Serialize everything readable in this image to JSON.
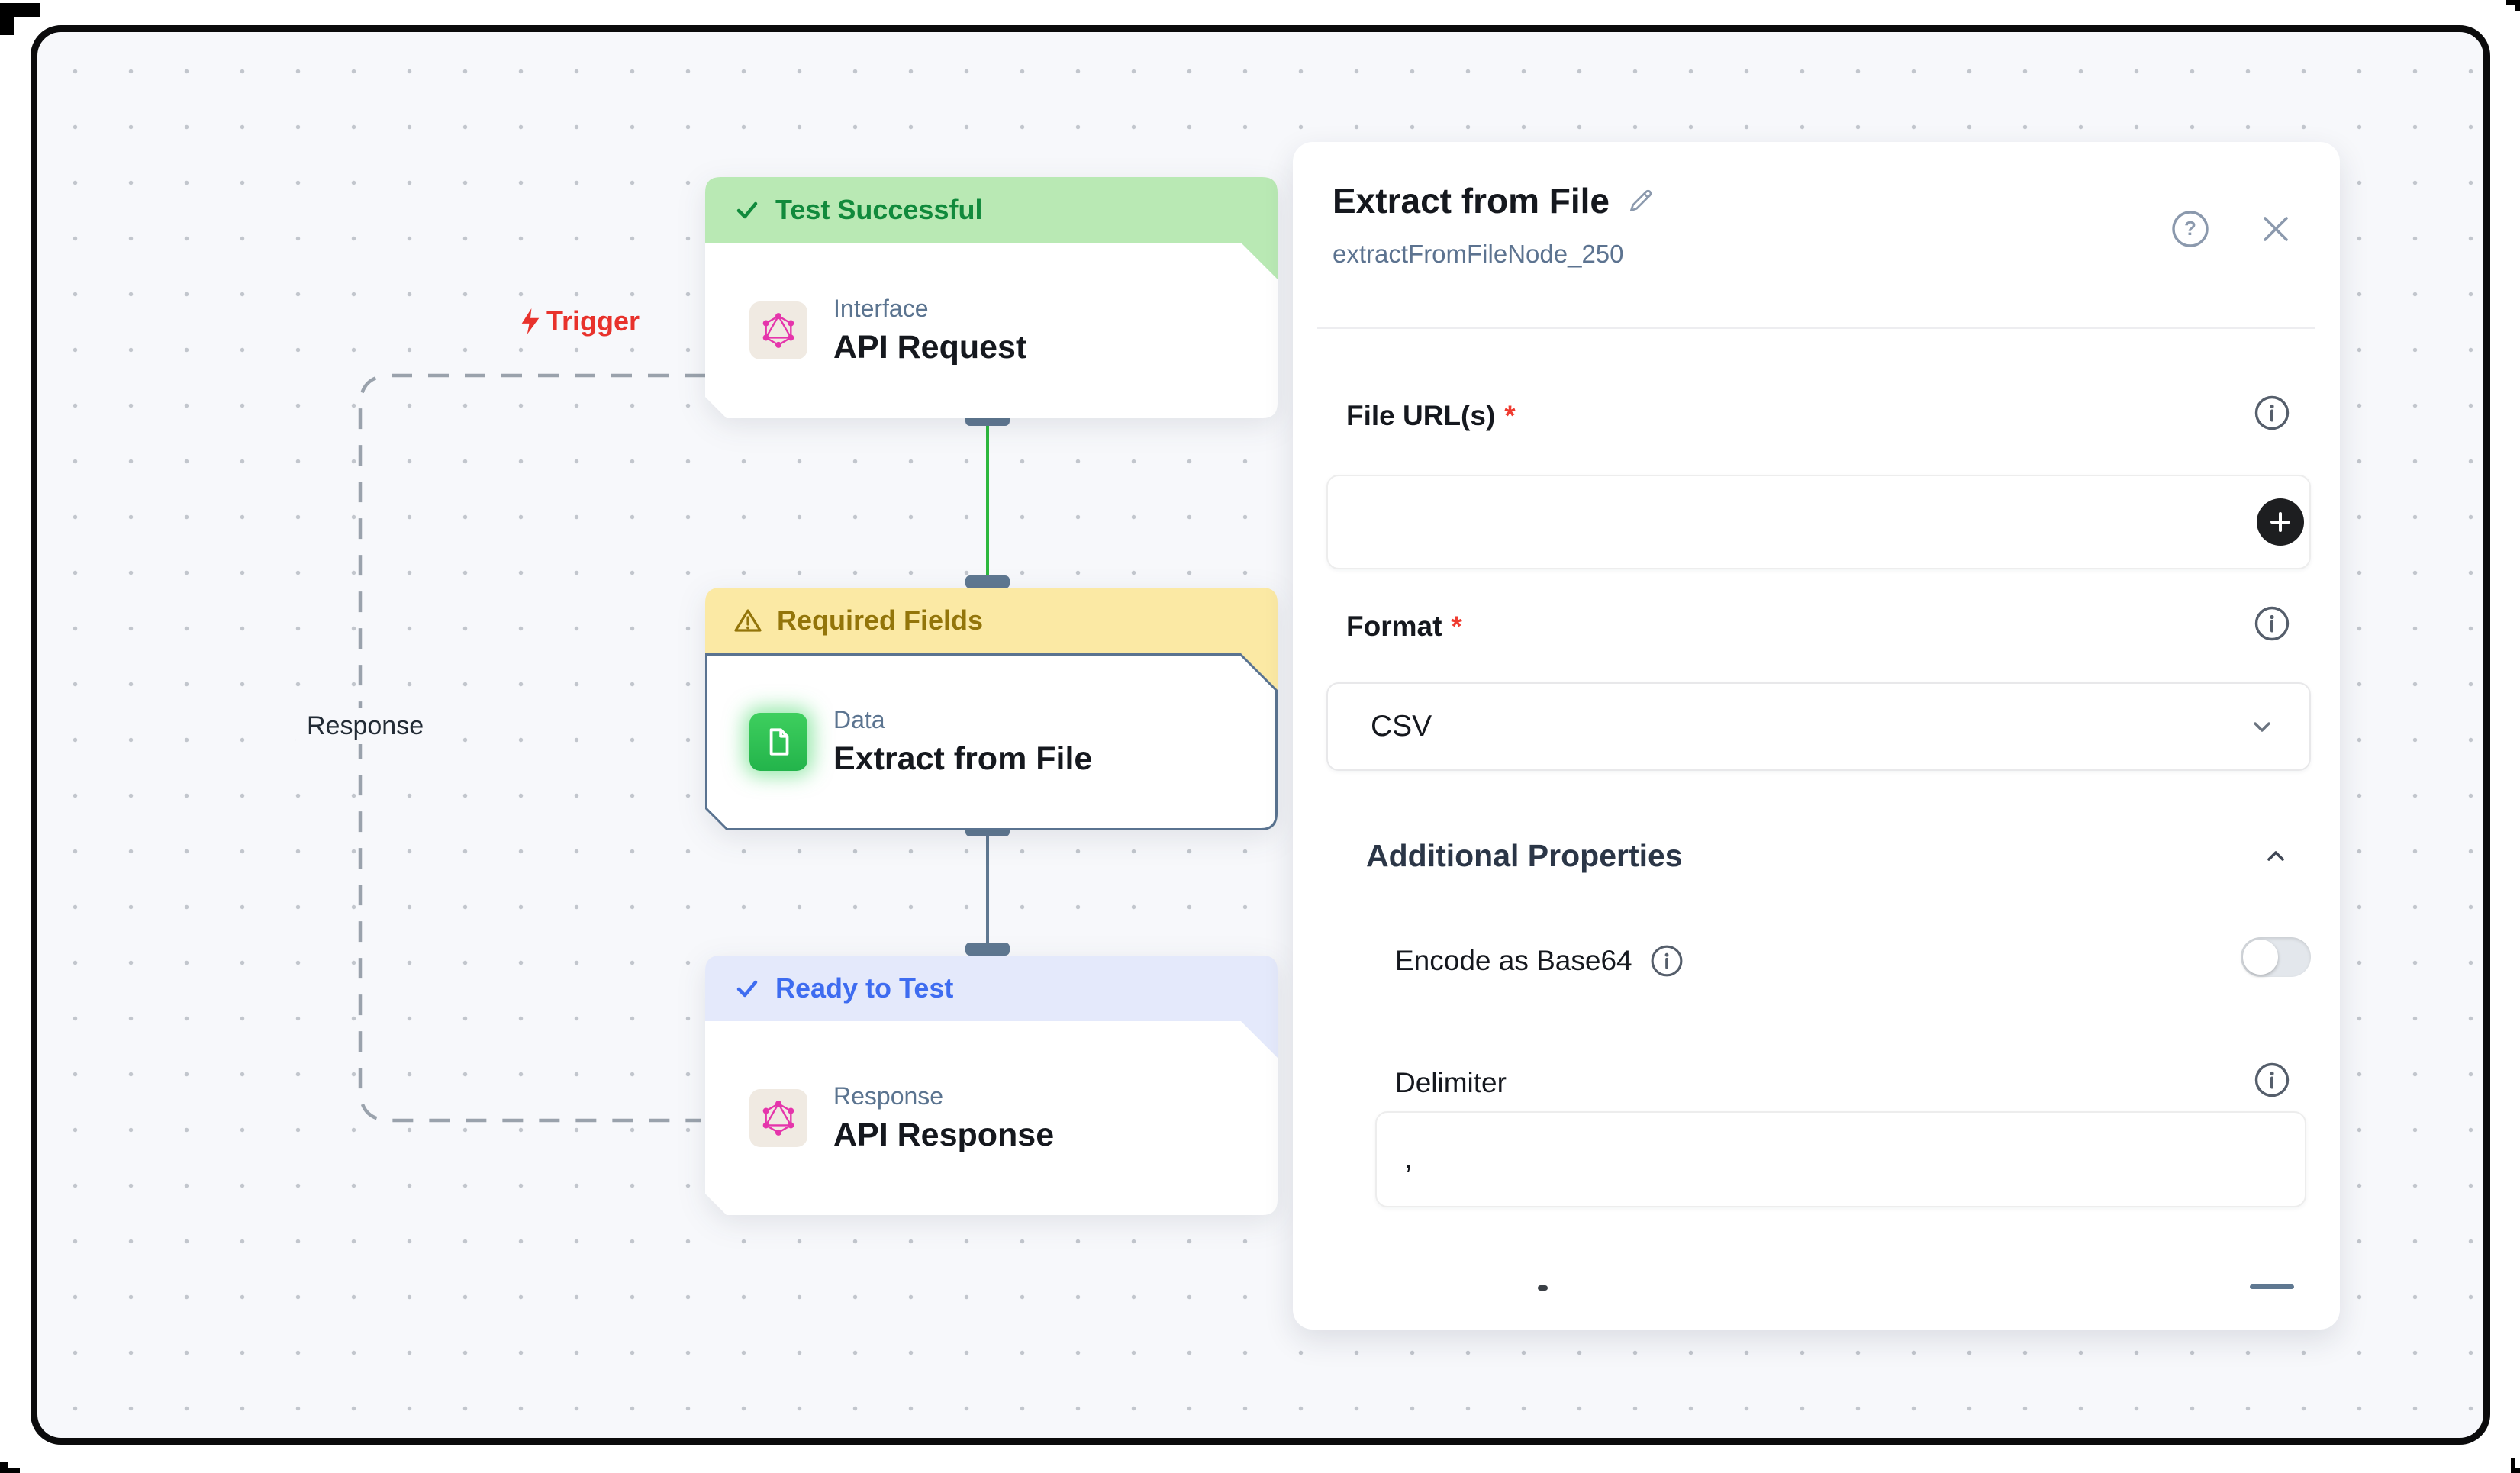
{
  "canvas": {
    "trigger_label": "Trigger",
    "response_label": "Response",
    "nodes": [
      {
        "status": "Test Successful",
        "status_icon": "check",
        "category": "Interface",
        "title": "API Request",
        "header_bg": "#b9e9b4",
        "header_text": "#118a3c",
        "icon": "graphql"
      },
      {
        "status": "Required Fields",
        "status_icon": "warning",
        "category": "Data",
        "title": "Extract from File",
        "header_bg": "#fbe9a4",
        "header_text": "#93750a",
        "icon": "document",
        "selected": true
      },
      {
        "status": "Ready to Test",
        "status_icon": "check",
        "category": "Response",
        "title": "API Response",
        "header_bg": "#e4e9fb",
        "header_text": "#3e6cf0",
        "icon": "graphql"
      }
    ],
    "edges": [
      {
        "from": "API Request",
        "to": "Extract from File",
        "color": "#2db83e"
      },
      {
        "from": "Extract from File",
        "to": "API Response",
        "color": "#5f7891"
      }
    ]
  },
  "panel": {
    "title": "Extract from File",
    "node_id": "extractFromFileNode_250",
    "file_urls": {
      "label": "File URL(s)",
      "required": "*",
      "value": ""
    },
    "format": {
      "label": "Format",
      "required": "*",
      "value": "CSV"
    },
    "section_title": "Additional Properties",
    "encode": {
      "label": "Encode as Base64",
      "enabled": false
    },
    "delimiter": {
      "label": "Delimiter",
      "value": ","
    }
  },
  "colors": {
    "canvas_bg": "#f7f8fb",
    "edge_green": "#2db83e",
    "edge_slate": "#5f7891",
    "trigger_red": "#e8322c",
    "graphql_pink": "#e535ab",
    "tile_green": "#2ec258",
    "frame_black": "#0b0b0c"
  }
}
